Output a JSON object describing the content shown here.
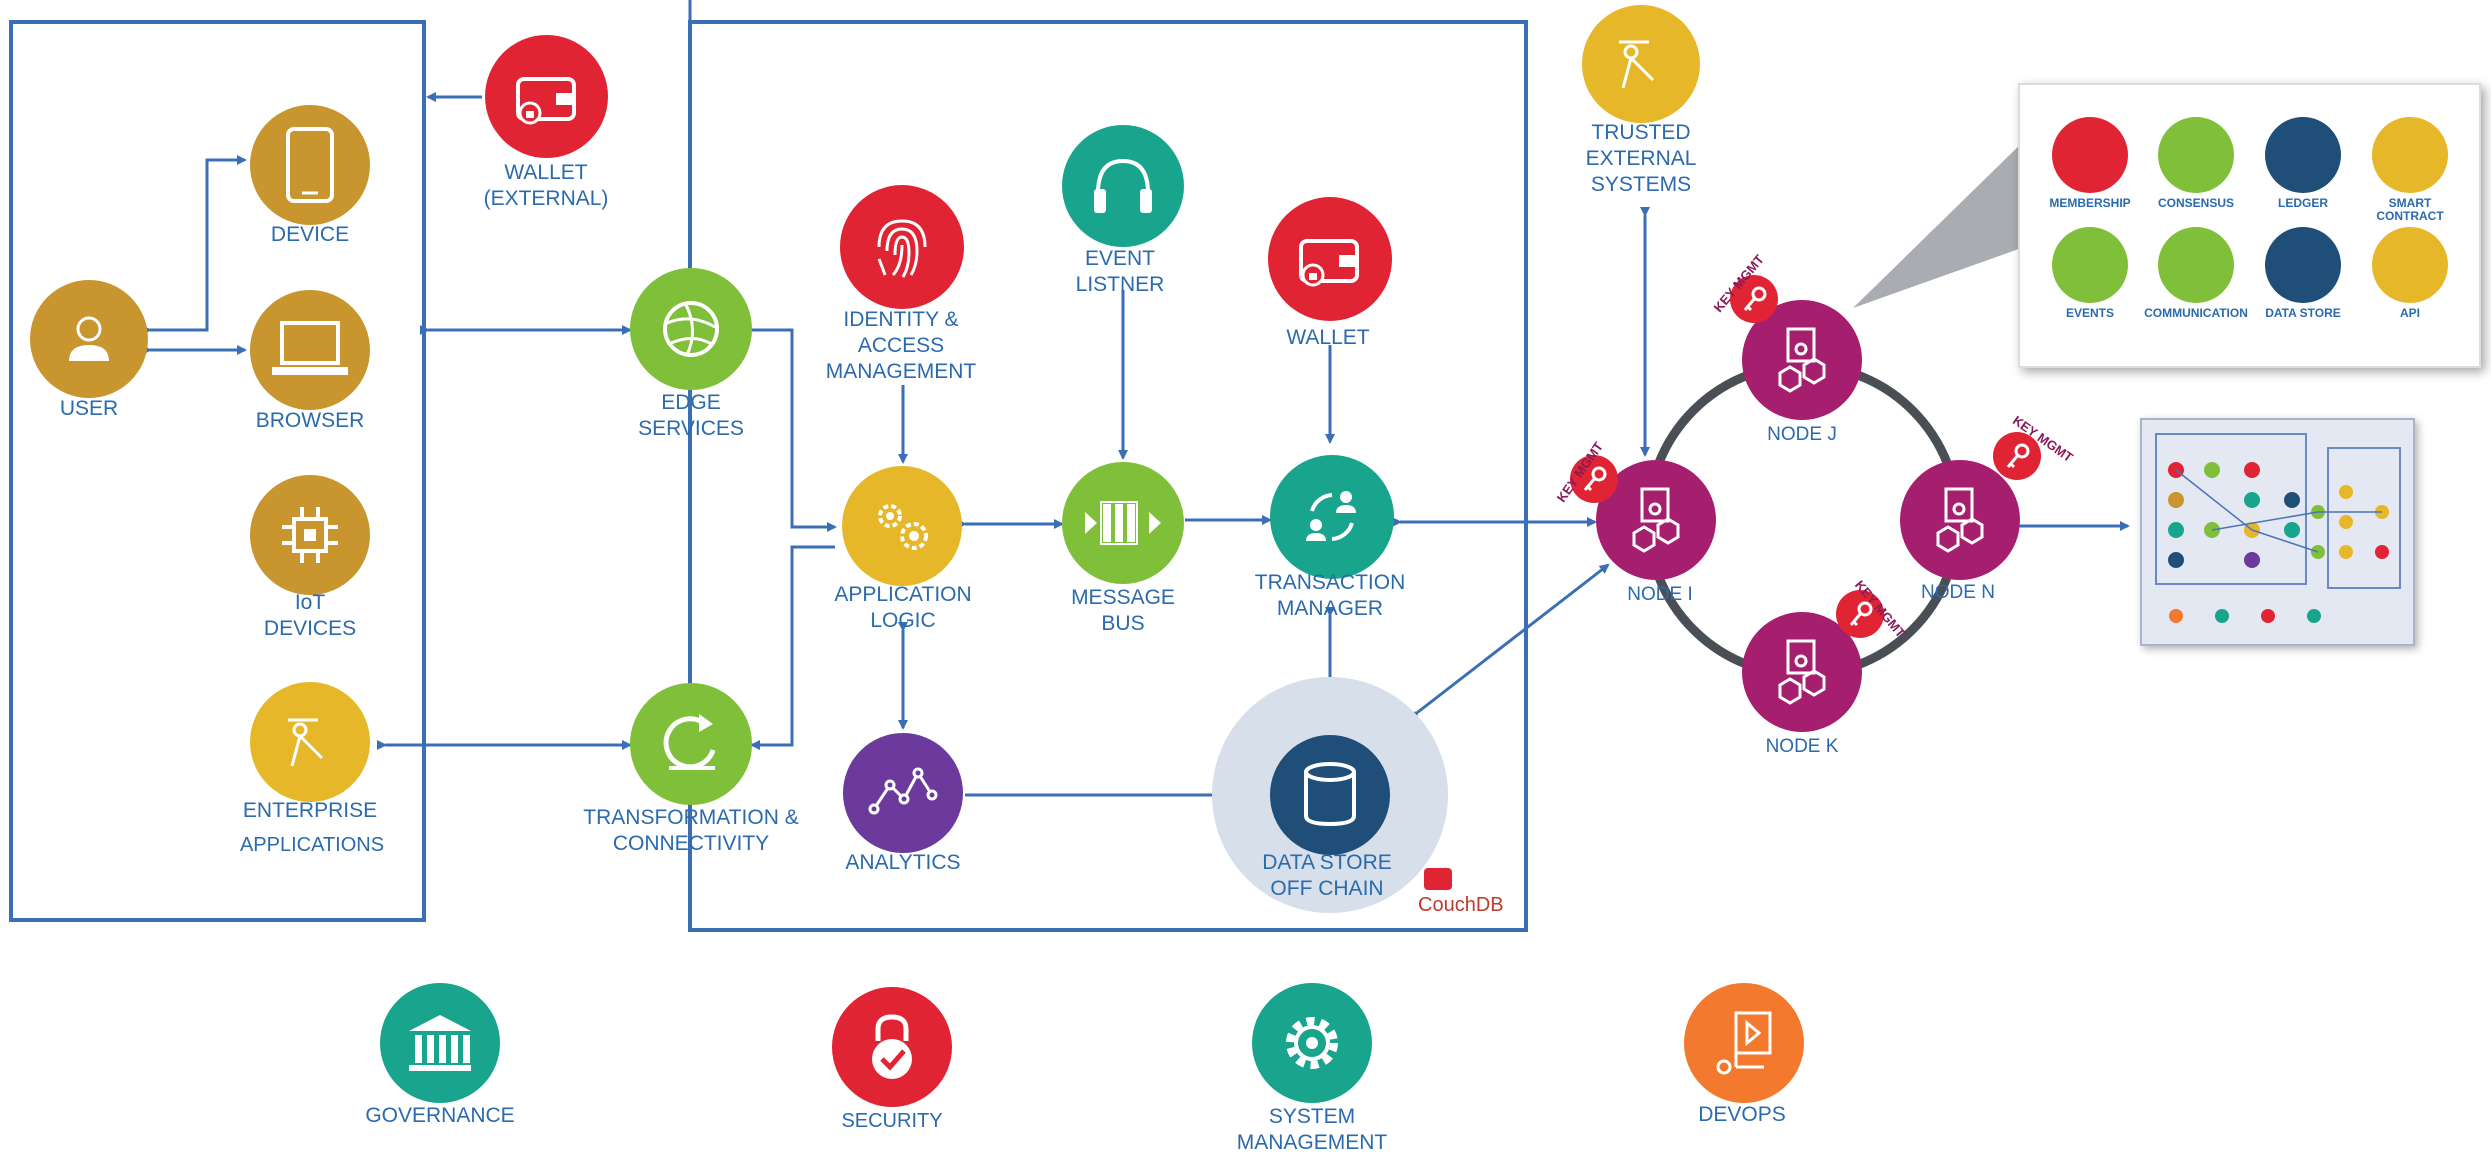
{
  "left_panel": {
    "user": "USER",
    "device": "DEVICE",
    "browser": "BROWSER",
    "iot": "IoT\nDEVICES",
    "enterprise_line1": "ENTERPRISE",
    "enterprise_line2": "APPLICATIONS"
  },
  "wallet_external": "WALLET\n(EXTERNAL)",
  "edge_services": "EDGE\nSERVICES",
  "transformation": "TRANSFORMATION &\nCONNECTIVITY",
  "center": {
    "identity": "IDENTITY &\nACCESS\nMANAGEMENT",
    "event_listener": "EVENT\nLISTNER",
    "wallet": "WALLET",
    "application_logic": "APPLICATION\nLOGIC",
    "message_bus": "MESSAGE\nBUS",
    "transaction_manager": "TRANSACTION\nMANAGER",
    "analytics": "ANALYTICS",
    "data_store": "DATA STORE\nOFF CHAIN",
    "couchdb": "CouchDB"
  },
  "trusted_external": "TRUSTED\nEXTERNAL\nSYSTEMS",
  "network": {
    "node_i": "NODE I",
    "node_j": "NODE J",
    "node_k": "NODE K",
    "node_n": "NODE N",
    "key_mgmt": "KEY MGMT"
  },
  "callout": {
    "membership": "MEMBERSHIP",
    "consensus": "CONSENSUS",
    "ledger": "LEDGER",
    "smart_contract": "SMART\nCONTRACT",
    "events": "EVENTS",
    "communication": "COMMUNICATION",
    "data_store": "DATA STORE",
    "api": "API"
  },
  "bottom": {
    "governance": "GOVERNANCE",
    "security": "SECURITY",
    "system_management": "SYSTEM\nMANAGEMENT",
    "devops": "DEVOPS"
  },
  "colors": {
    "line": "#3a6fb5",
    "gold": "#c8952e",
    "yellow": "#e7b72a",
    "green": "#7fbf3a",
    "red": "#e02434",
    "teal": "#19a48e",
    "purple": "#6b3a9c",
    "magenta": "#a51f6e",
    "navy": "#1f4e79",
    "orange": "#f2792e"
  }
}
